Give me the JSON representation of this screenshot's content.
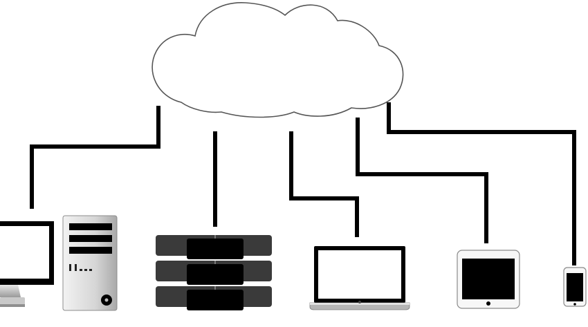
{
  "diagram": {
    "type": "cloud-network",
    "colors": {
      "background": "#ffffff",
      "line": "#000000",
      "cloud_fill": "#ffffff",
      "cloud_stroke": "#555555",
      "device_dark": "#000000",
      "device_gray": "#3a3a3a",
      "device_light": "#d9d9d9"
    },
    "hub": {
      "name": "cloud",
      "icon": "cloud-icon"
    },
    "devices": [
      {
        "name": "desktop-monitor",
        "icon": "monitor-icon"
      },
      {
        "name": "tower-pc",
        "icon": "tower-pc-icon"
      },
      {
        "name": "server-rack",
        "icon": "server-rack-icon"
      },
      {
        "name": "laptop",
        "icon": "laptop-icon"
      },
      {
        "name": "tablet",
        "icon": "tablet-icon"
      },
      {
        "name": "smartphone",
        "icon": "smartphone-icon"
      }
    ],
    "connections": [
      {
        "from": "cloud",
        "to": "desktop-monitor"
      },
      {
        "from": "cloud",
        "to": "server-rack"
      },
      {
        "from": "cloud",
        "to": "laptop"
      },
      {
        "from": "cloud",
        "to": "tablet"
      },
      {
        "from": "cloud",
        "to": "smartphone"
      }
    ]
  }
}
